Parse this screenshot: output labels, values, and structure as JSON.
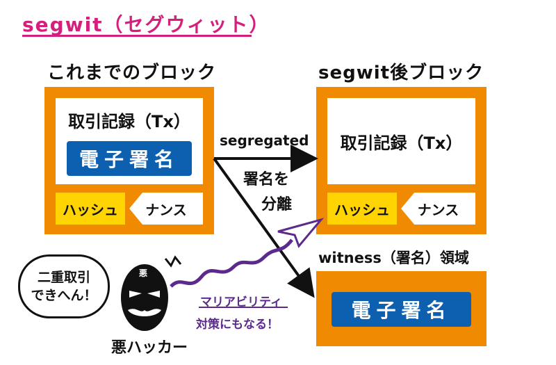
{
  "title": "segwit（セグウィット）",
  "old_block": {
    "header": "これまでのブロック",
    "tx_label": "取引記録（Tx）",
    "signature": "電子署名",
    "hash": "ハッシュ",
    "nonce": "ナンス"
  },
  "new_block": {
    "header": "segwit後ブロック",
    "tx_label": "取引記録（Tx）",
    "hash": "ハッシュ",
    "nonce": "ナンス"
  },
  "witness": {
    "header": "witness（署名）領域",
    "signature": "電子署名"
  },
  "arrow": {
    "segregated": "segregated",
    "separate_line1": "署名を",
    "separate_line2": "分離"
  },
  "hacker": {
    "bubble_line1": "二重取引",
    "bubble_line2": "できへん！",
    "mask_glyph": "悪",
    "name": "悪ハッカー"
  },
  "malleability": {
    "line1": "マリアビリティ",
    "line2": "対策にもなる！"
  },
  "colors": {
    "accent": "#d41f7c",
    "orange": "#f08a00",
    "blue": "#0d5fb0",
    "yellow": "#ffd400",
    "purple": "#5b2a8c"
  }
}
